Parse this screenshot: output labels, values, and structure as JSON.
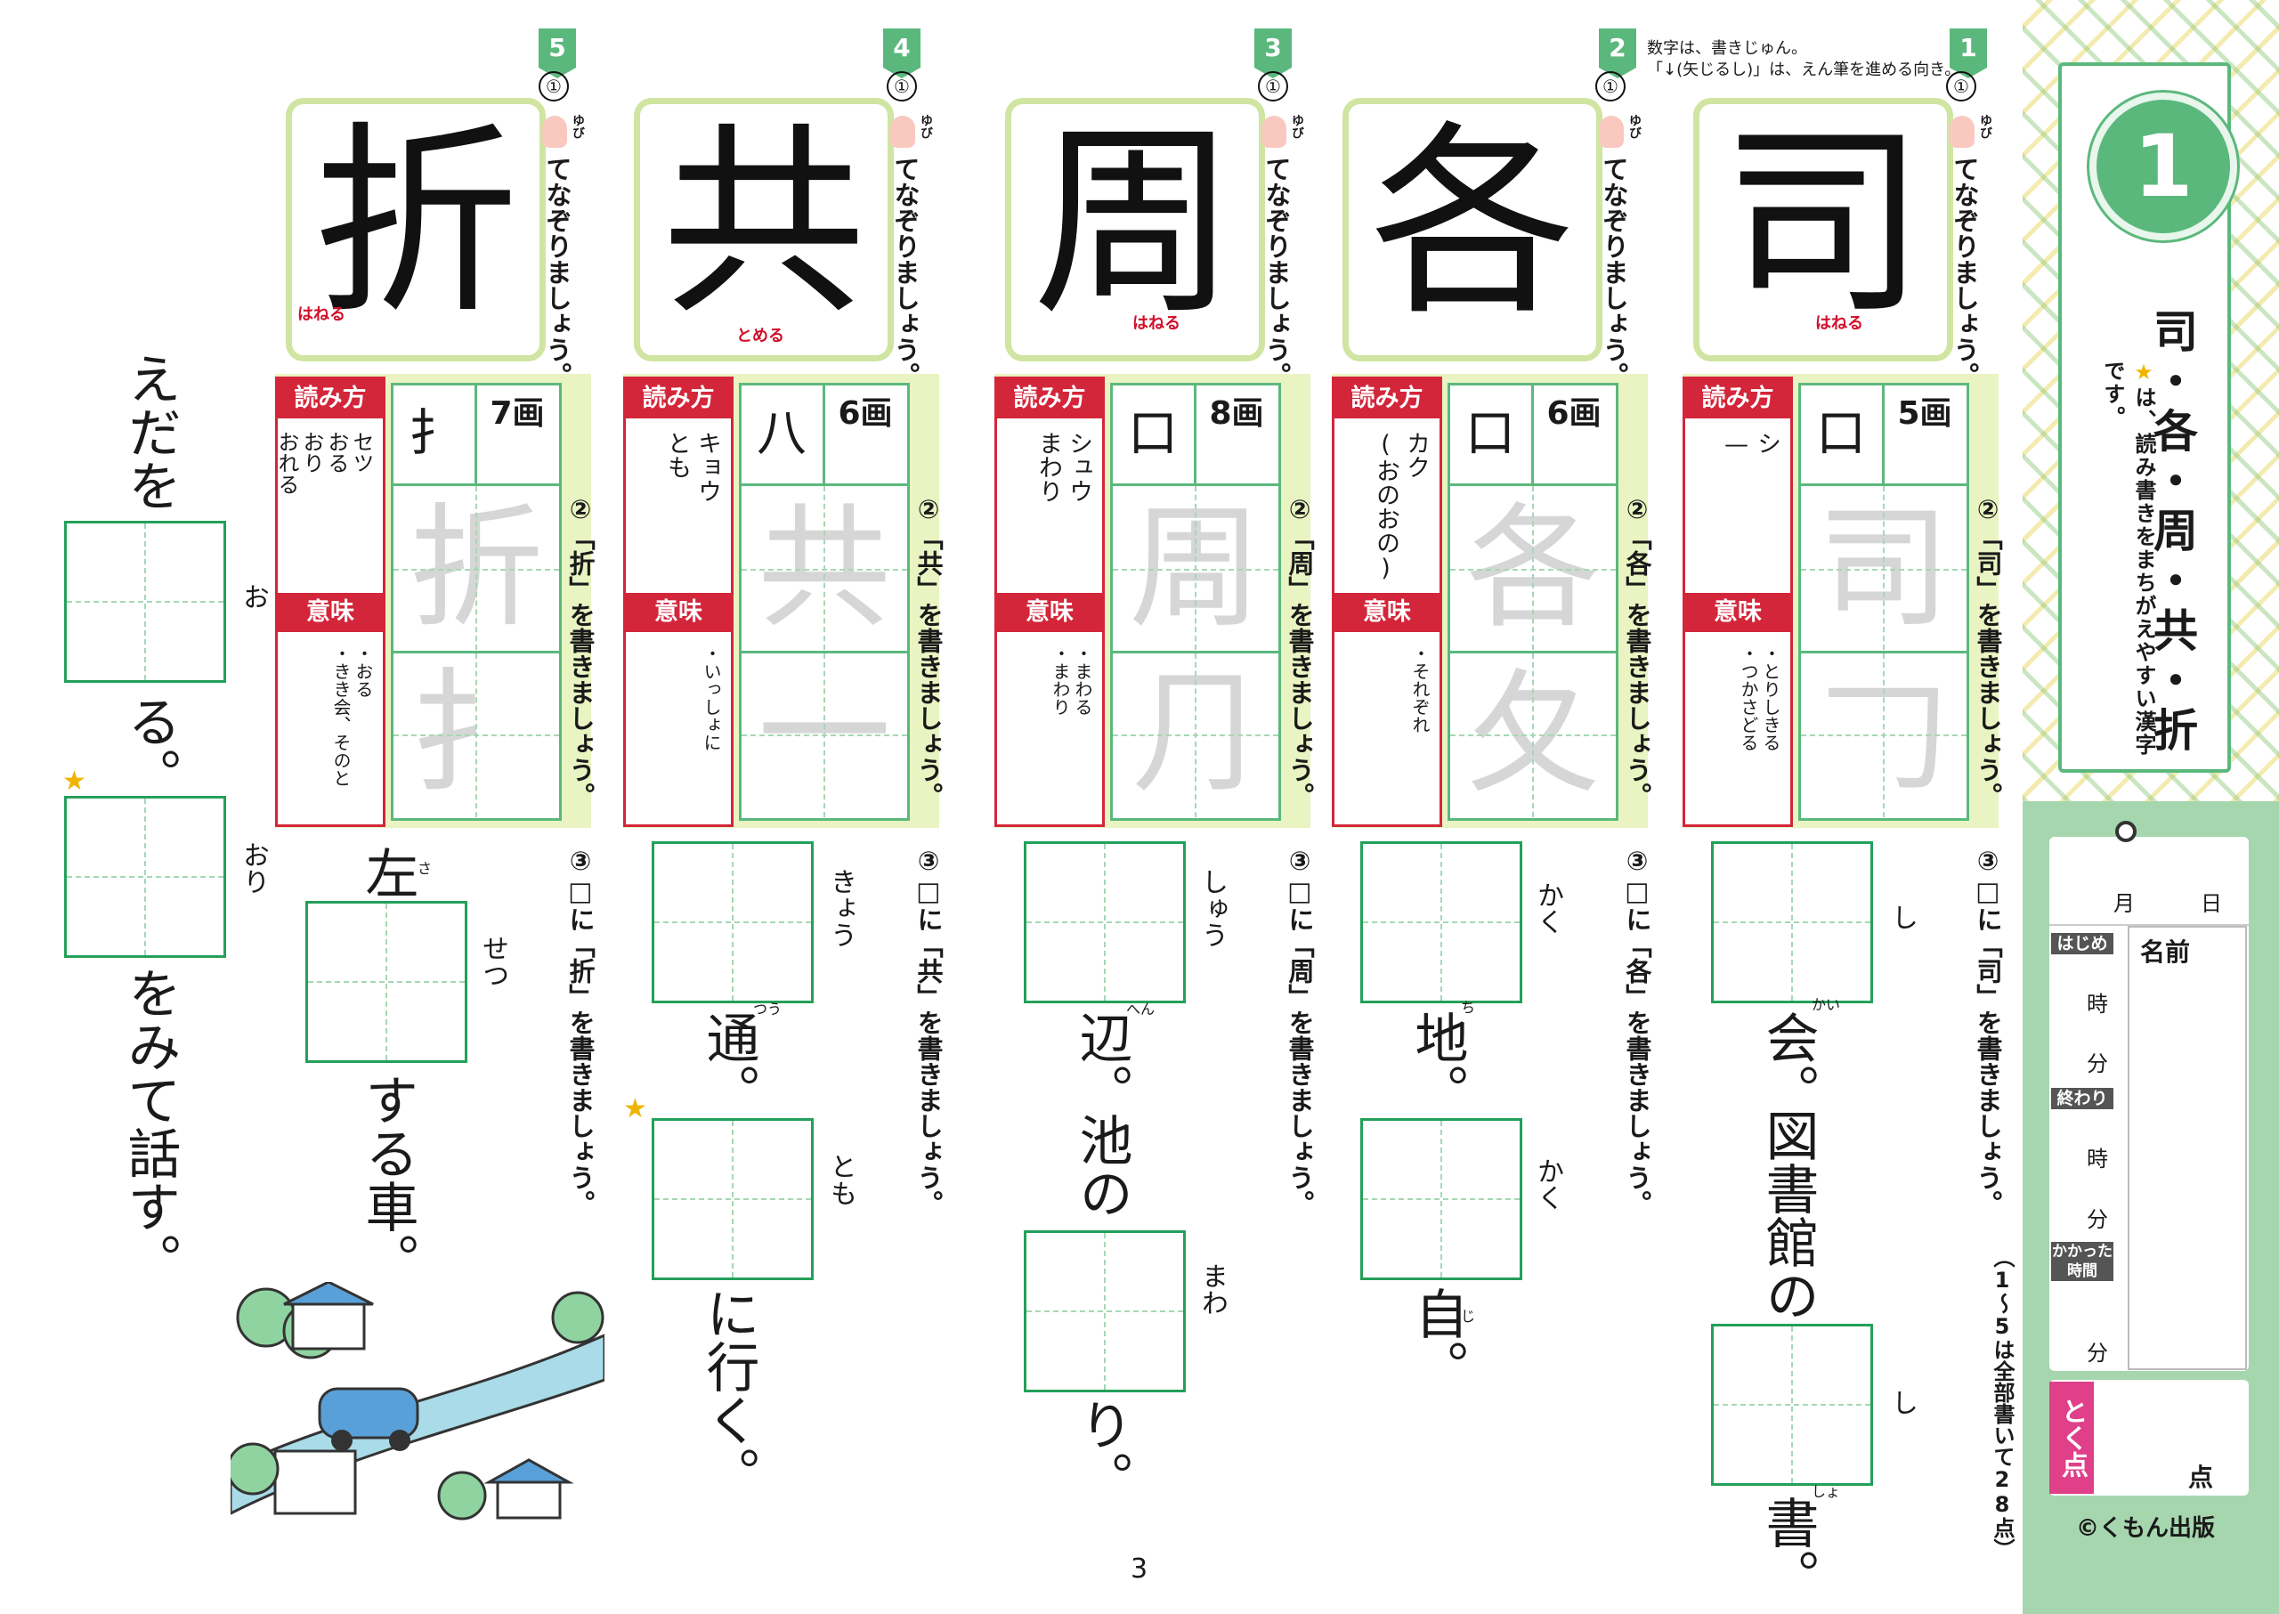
{
  "header": {
    "note_line1": "数字は、書きじゅん。",
    "note_line2": "「↓(矢じるし)」は、えん筆を進める向き。"
  },
  "sidebar": {
    "unit_number": "1",
    "title": "司・各・周・共・折",
    "star": "★",
    "star_note": "は、読み書きをまちがえやすい漢字です。",
    "record": {
      "month": "月",
      "day": "日",
      "start": "はじめ",
      "end": "終わり",
      "taken": "かかった時間",
      "hour": "時",
      "minute": "分",
      "name": "名前"
    },
    "score_label": "とく点",
    "score_unit": "点",
    "side_note": "（1〜5は全部書いて28点）",
    "copyright": "©くもん出版"
  },
  "common": {
    "step1": "①",
    "trace": "てなぞりましょう。",
    "yubi": "ゆび",
    "yomi_label": "読み方",
    "imi_label": "意味",
    "step2_suffix": "を書きましょう。",
    "step3": "③",
    "step3_suffix": "を書きましょう。"
  },
  "kanji": [
    {
      "num": "1",
      "char": "司",
      "strokes": "5画",
      "bushu": "口",
      "note": "はねる",
      "trace2": "𠃌",
      "yomi": "シ\n—",
      "imi": "・とりしきる\n・つかさどる",
      "step2": "②「司」",
      "step3": "に「司」"
    },
    {
      "num": "2",
      "char": "各",
      "strokes": "6画",
      "bushu": "口",
      "note": "",
      "trace2": "夂",
      "yomi": "カク\n(おのおの)",
      "imi": "・それぞれ",
      "step2": "②「各」",
      "step3": "に「各」"
    },
    {
      "num": "3",
      "char": "周",
      "strokes": "8画",
      "bushu": "口",
      "note": "はねる",
      "trace2": "⺆",
      "yomi": "シュウ\nまわり",
      "imi": "・まわる\n・まわり",
      "step2": "②「周」",
      "step3": "に「周」"
    },
    {
      "num": "4",
      "char": "共",
      "strokes": "6画",
      "bushu": "八",
      "note": "とめる",
      "trace2": "一",
      "yomi": "キョウ\nとも",
      "imi": "・いっしょに",
      "step2": "②「共」",
      "step3": "に「共」"
    },
    {
      "num": "5",
      "char": "折",
      "strokes": "7画",
      "bushu": "扌",
      "note": "はねる",
      "trace2": "扌",
      "yomi": "セツ\nおる\nおり\nおれる",
      "imi": "・おる\n・きき会、そのと",
      "step2": "②「折」",
      "step3": "に「折」"
    }
  ],
  "questions": {
    "c1_furi1": "し",
    "c1_t1": "会。",
    "c1_t1_ruby": "かい",
    "c1_t2": "図書館の",
    "c1_furi2": "し",
    "c1_t3": "書。",
    "c1_t3_ruby": "しょ",
    "c2_furi1": "かく",
    "c2_t1": "地。",
    "c2_t1_ruby": "ち",
    "c2_furi2": "かく",
    "c2_t2": "自。",
    "c2_t2_ruby": "じ",
    "c3_furi1": "しゅう",
    "c3_t1": "辺。",
    "c3_t1_ruby": "へん",
    "c3_t2": "池の",
    "c3_furi2": "まわ",
    "c3_t3": "り。",
    "c4_furi1": "きょう",
    "c4_t1": "通。",
    "c4_t1_ruby": "つう",
    "c4_furi2": "とも",
    "c4_t2": "に行く。",
    "c5_pre": "左",
    "c5_pre_ruby": "さ",
    "c5_furi1": "せつ",
    "c5_t1": "する車。",
    "c6_t0": "えだを",
    "c6_furi1": "お",
    "c6_t1": "る。",
    "c6_furi2": "おり",
    "c6_t2": "をみて話す。"
  },
  "page_number": "3"
}
